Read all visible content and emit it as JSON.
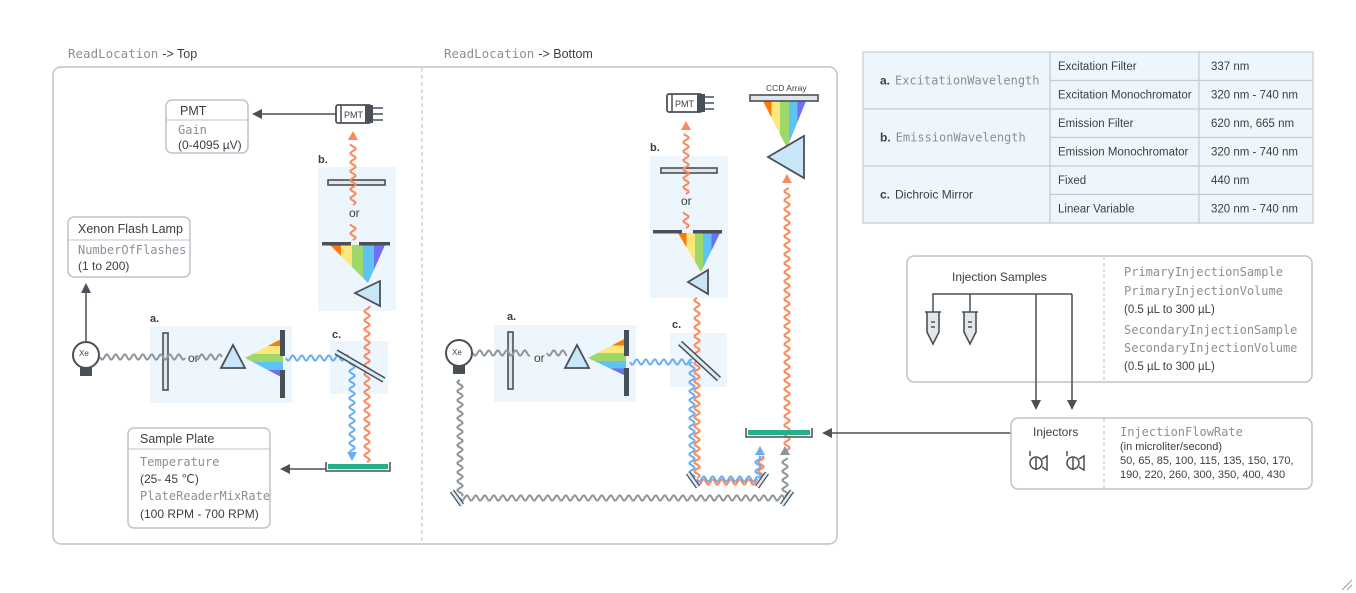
{
  "colors": {
    "emission": "#f98a5e",
    "excitation": "#6aaef2",
    "lamp_light": "#8e959c",
    "plate": "#23b08a",
    "panel": "#edf5fd",
    "dark": "#4a5058"
  },
  "top": {
    "read_location_param": "ReadLocation",
    "read_location_value": "-> Top",
    "pmt_box": {
      "title": "PMT",
      "param": "Gain",
      "range": "(0-4095 µV)"
    },
    "pmt_device_label": "PMT",
    "lamp_box": {
      "title": "Xenon Flash Lamp",
      "param": "NumberOfFlashes",
      "range": "(1 to 200)"
    },
    "lamp_label": "Xe",
    "plate_box": {
      "title": "Sample Plate",
      "param1": "Temperature",
      "range1": "(25- 45 ℃)",
      "param2": "PlateReaderMixRate",
      "range2": "(100 RPM - 700 RPM)"
    },
    "label_a": "a.",
    "label_b": "b.",
    "label_c": "c.",
    "or": "or"
  },
  "bottom": {
    "read_location_param": "ReadLocation",
    "read_location_value": "-> Bottom",
    "pmt_device_label": "PMT",
    "ccd_label": "CCD Array",
    "lamp_label": "Xe",
    "label_a": "a.",
    "label_b": "b.",
    "label_c": "c.",
    "or": "or"
  },
  "table": {
    "rows": [
      {
        "letter": "a.",
        "param": "ExcitationWavelength",
        "options": [
          {
            "name": "Excitation Filter",
            "value": "337 nm"
          },
          {
            "name": "Excitation Monochromator",
            "value": "320 nm - 740 nm"
          }
        ]
      },
      {
        "letter": "b.",
        "param": "EmissionWavelength",
        "options": [
          {
            "name": "Emission Filter",
            "value": "620 nm, 665 nm"
          },
          {
            "name": "Emission Monochromator",
            "value": "320 nm - 740 nm"
          }
        ]
      },
      {
        "letter": "c.",
        "param": "Dichroic Mirror",
        "options": [
          {
            "name": "Fixed",
            "value": "440 nm"
          },
          {
            "name": "Linear Variable",
            "value": "320 nm - 740 nm"
          }
        ]
      }
    ]
  },
  "injection": {
    "title": "Injection Samples",
    "primary_sample": "PrimaryInjectionSample",
    "primary_volume": "PrimaryInjectionVolume",
    "primary_range": "(0.5 µL to 300 µL)",
    "secondary_sample": "SecondaryInjectionSample",
    "secondary_volume": "SecondaryInjectionVolume",
    "secondary_range": "(0.5 µL to 300 µL)"
  },
  "injectors": {
    "title": "Injectors",
    "param": "InjectionFlowRate",
    "unit": "(in microliter/second)",
    "values_line1": "50, 65, 85, 100, 115, 135, 150, 170,",
    "values_line2": "190, 220, 260, 300, 350, 400, 430"
  }
}
